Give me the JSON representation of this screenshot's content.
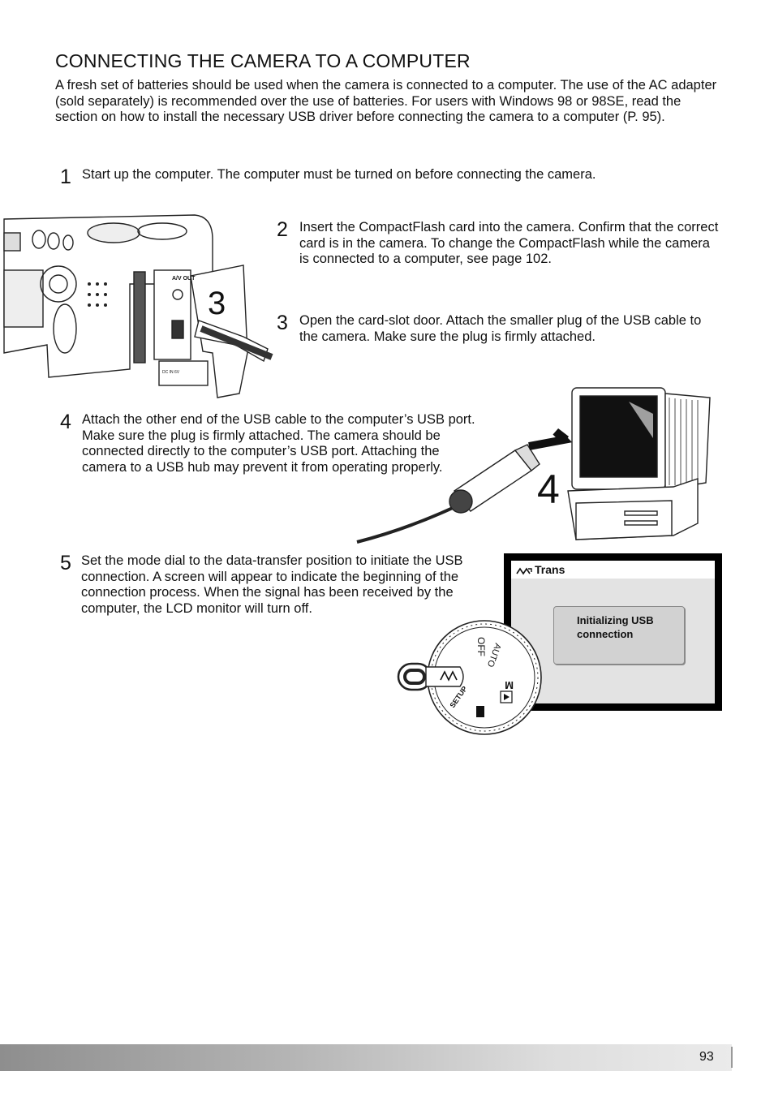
{
  "page": {
    "title": "CONNECTING THE CAMERA TO A COMPUTER",
    "intro": "A fresh set of batteries should be used when the camera is connected to a computer. The use of the AC adapter (sold separately) is recommended over the use of batteries. For users with Windows 98 or 98SE, read the section on how to install the necessary USB driver before connecting the camera to a computer (P. 95).",
    "page_number": "93"
  },
  "steps": [
    {
      "number": "1",
      "text": "Start up the computer. The computer must be turned on before connecting the camera."
    },
    {
      "number": "2",
      "text": "Insert the CompactFlash card into the camera. Confirm that the correct card is in the camera. To change the CompactFlash while the camera is connected to a computer, see page 102."
    },
    {
      "number": "3",
      "text": "Open the card-slot door. Attach the smaller plug of the USB cable to the camera. Make sure the plug is firmly attached."
    },
    {
      "number": "4",
      "text": "Attach the other end of the USB cable to the computer’s USB port. Make sure the plug is firmly attached. The camera should be connected directly to the computer’s USB port. Attaching the camera to a USB hub may prevent it from operating properly."
    },
    {
      "number": "5",
      "text": "Set the mode dial to the data-transfer position to initiate the USB connection. A screen will appear to indicate the beginning of the connection process. When the signal has been received by the computer, the LCD monitor will turn off."
    }
  ],
  "illustrations": {
    "camera_callout": "3",
    "camera_port_label": "A/V OUT",
    "camera_dc_label": "DC IN 6V",
    "computer_callout": "4",
    "dial_labels": {
      "off": "OFF",
      "auto": "AUTO",
      "m": "M",
      "setup": "SETUP"
    }
  },
  "lcd": {
    "header": "Trans",
    "message": "Initializing USB connection",
    "icon": "data-transfer-icon"
  }
}
